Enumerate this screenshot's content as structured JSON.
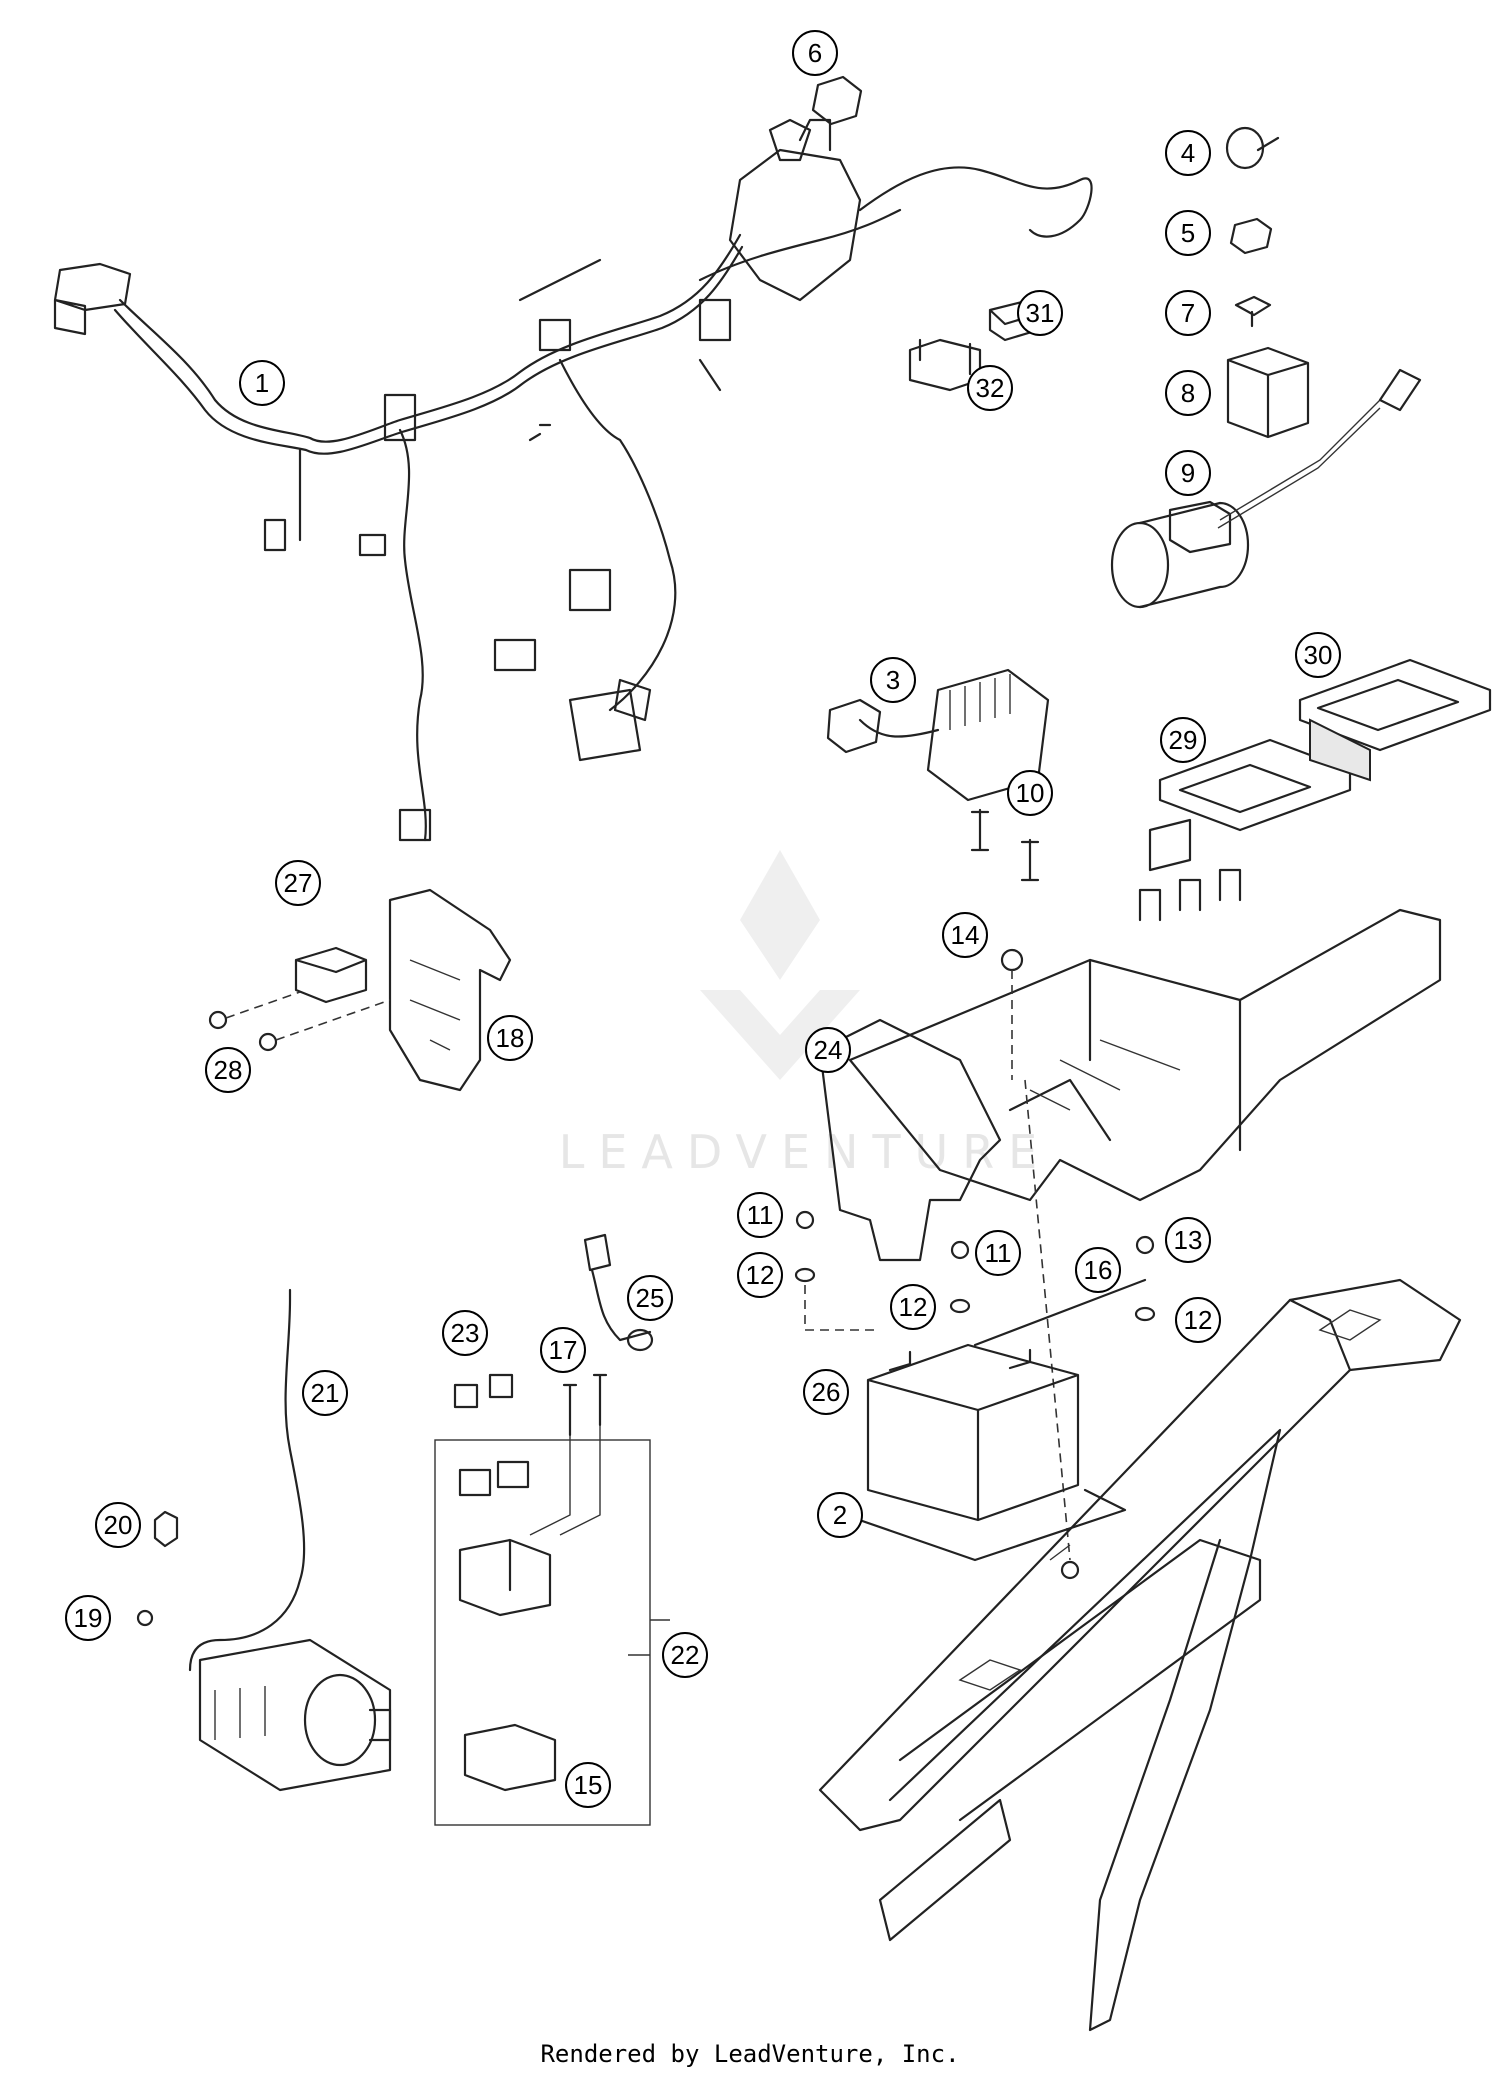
{
  "watermark": {
    "text": "LEADVENTURE"
  },
  "callouts": [
    {
      "id": "c1",
      "label": "1"
    },
    {
      "id": "c2",
      "label": "2"
    },
    {
      "id": "c3",
      "label": "3"
    },
    {
      "id": "c4",
      "label": "4"
    },
    {
      "id": "c5",
      "label": "5"
    },
    {
      "id": "c6",
      "label": "6"
    },
    {
      "id": "c7",
      "label": "7"
    },
    {
      "id": "c8",
      "label": "8"
    },
    {
      "id": "c9",
      "label": "9"
    },
    {
      "id": "c10",
      "label": "10"
    },
    {
      "id": "c11a",
      "label": "11"
    },
    {
      "id": "c11b",
      "label": "11"
    },
    {
      "id": "c12a",
      "label": "12"
    },
    {
      "id": "c12b",
      "label": "12"
    },
    {
      "id": "c12c",
      "label": "12"
    },
    {
      "id": "c13",
      "label": "13"
    },
    {
      "id": "c14",
      "label": "14"
    },
    {
      "id": "c15",
      "label": "15"
    },
    {
      "id": "c16",
      "label": "16"
    },
    {
      "id": "c17",
      "label": "17"
    },
    {
      "id": "c18",
      "label": "18"
    },
    {
      "id": "c19",
      "label": "19"
    },
    {
      "id": "c20",
      "label": "20"
    },
    {
      "id": "c21",
      "label": "21"
    },
    {
      "id": "c22",
      "label": "22"
    },
    {
      "id": "c23",
      "label": "23"
    },
    {
      "id": "c24",
      "label": "24"
    },
    {
      "id": "c25",
      "label": "25"
    },
    {
      "id": "c26",
      "label": "26"
    },
    {
      "id": "c27",
      "label": "27"
    },
    {
      "id": "c28",
      "label": "28"
    },
    {
      "id": "c29",
      "label": "29"
    },
    {
      "id": "c30",
      "label": "30"
    },
    {
      "id": "c31",
      "label": "31"
    },
    {
      "id": "c32",
      "label": "32"
    }
  ],
  "footer": {
    "credit": "Rendered by LeadVenture, Inc."
  }
}
